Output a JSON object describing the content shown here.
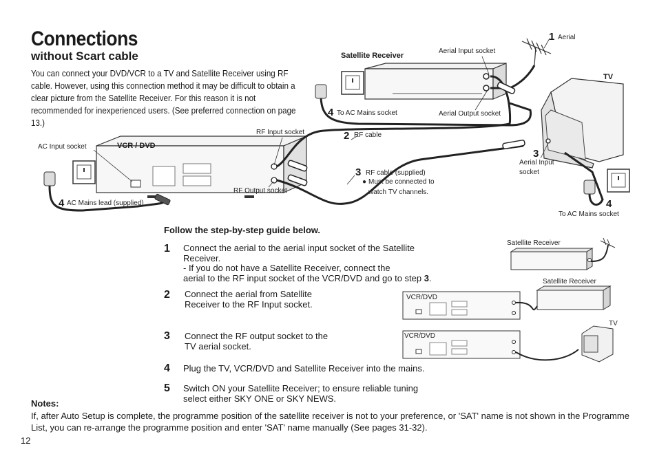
{
  "header": {
    "title": "Connections",
    "subtitle": "without Scart cable",
    "intro": "You can connect your DVD/VCR to a TV and Satellite Receiver using RF cable. However, using this connection method it may be difficult to obtain a clear picture from the Satellite Receiver. For this reason it is not recommended for inexperienced users. (See preferred connection on page 13.)"
  },
  "diagram": {
    "sat_receiver": "Satellite Receiver",
    "aerial_input_socket": "Aerial Input socket",
    "aerial_output_socket": "Aerial Output socket",
    "aerial": "Aerial",
    "tv": "TV",
    "to_ac_mains_1": "To AC Mains socket",
    "rf_cable": "RF cable",
    "rf_input_socket": "RF Input socket",
    "ac_input_socket": "AC Input socket",
    "vcr_dvd": "VCR / DVD",
    "rf_cable_supplied": "RF cable (supplied)",
    "must_connect_1": "Must be connected to",
    "must_connect_2": "watch TV channels.",
    "rf_output_socket": "RF Output socket",
    "ac_mains_lead": "AC Mains lead (supplied)",
    "aerial_input_2a": "Aerial Input",
    "aerial_input_2b": "socket",
    "to_ac_mains_2": "To AC Mains socket",
    "n1": "1",
    "n2": "2",
    "n3": "3",
    "n4a": "4",
    "n4b": "4",
    "n4c": "4"
  },
  "guide": {
    "heading": "Follow the step-by-step guide below.",
    "steps": [
      {
        "num": "1",
        "line1": "Connect the aerial to the aerial input socket of the Satellite",
        "line2": "Receiver.",
        "line3": "-  If you do not have a Satellite Receiver, connect the",
        "line4a": "aerial to the RF input socket of the VCR/DVD and go to step ",
        "line4b": "3",
        "line4c": "."
      },
      {
        "num": "2",
        "line1": "Connect the aerial from Satellite",
        "line2": "Receiver to the RF Input socket."
      },
      {
        "num": "3",
        "line1": "Connect the RF output socket to the",
        "line2": "TV aerial socket."
      },
      {
        "num": "4",
        "line1": "Plug the TV, VCR/DVD and Satellite Receiver into the mains."
      },
      {
        "num": "5",
        "line1": "Switch ON your Satellite Receiver; to ensure reliable tuning",
        "line2": "select either SKY ONE or SKY NEWS."
      }
    ]
  },
  "mini": {
    "sat1": "Satellite Receiver",
    "sat2": "Satellite Receiver",
    "vcr1": "VCR/DVD",
    "vcr2": "VCR/DVD",
    "tv": "TV"
  },
  "notes": {
    "heading": "Notes:",
    "text": "If, after Auto Setup is complete, the programme position of the satellite receiver is not to your preference, or 'SAT' name is not shown in the Programme List, you can re-arrange the programme position and enter 'SAT' name manually (See pages 31-32)."
  },
  "page_number": "12"
}
